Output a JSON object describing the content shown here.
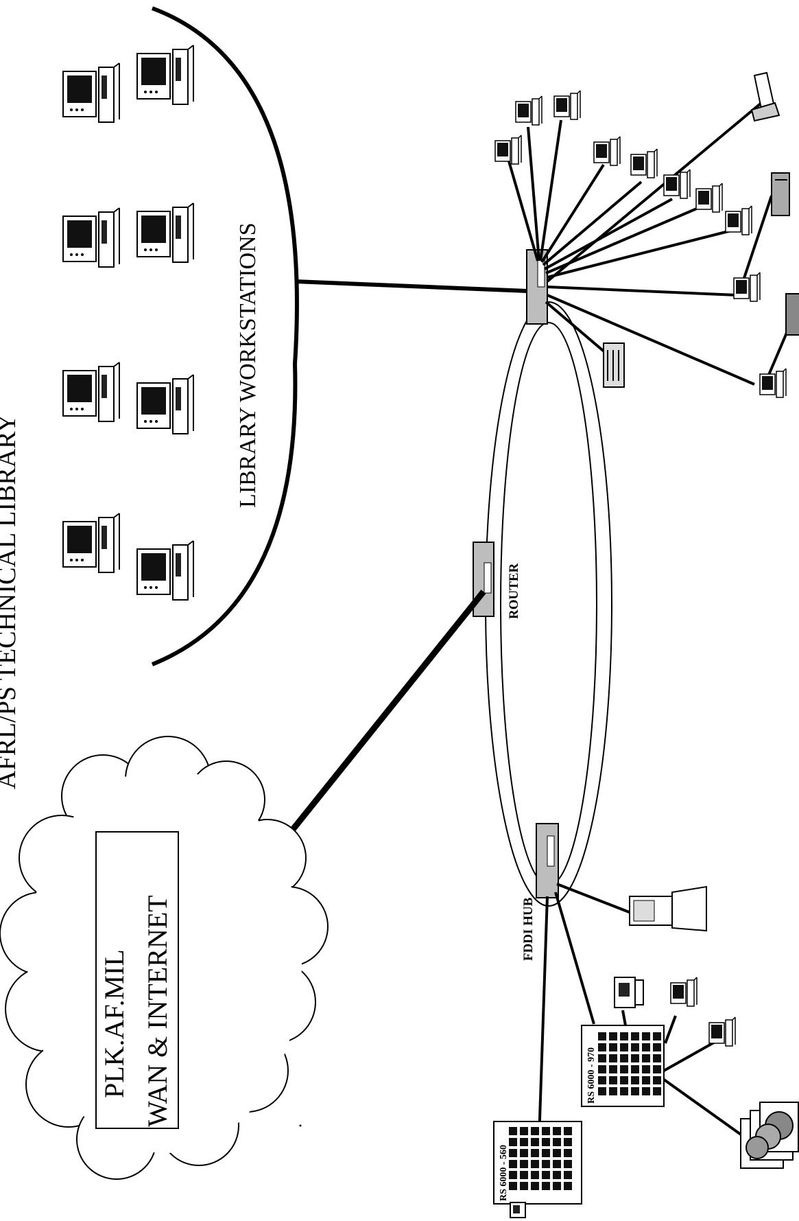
{
  "labels": {
    "title": "AFRL/PS TECHNICAL LIBRARY",
    "workstations_group": "LIBRARY WORKSTATIONS",
    "router": "ROUTER",
    "fddi_hub": "FDDI HUB",
    "cloud_line1": "PLK.AF.MIL",
    "cloud_line2": "WAN & INTERNET",
    "server_970": "RS 6000 - 970",
    "server_560": "RS 6000 - 560"
  },
  "icons": {
    "workstation": "desktop-computer-icon",
    "hub": "network-hub-icon",
    "router": "router-icon",
    "server": "rs6000-server-icon",
    "tower": "tower-server-icon",
    "printer": "printer-icon",
    "cd_tower": "cd-stack-icon",
    "cloud": "cloud-icon"
  },
  "colors": {
    "ink": "#000000",
    "screen": "#111111",
    "device_fill": "#ffffff",
    "device_grey": "#bdbdbd"
  }
}
